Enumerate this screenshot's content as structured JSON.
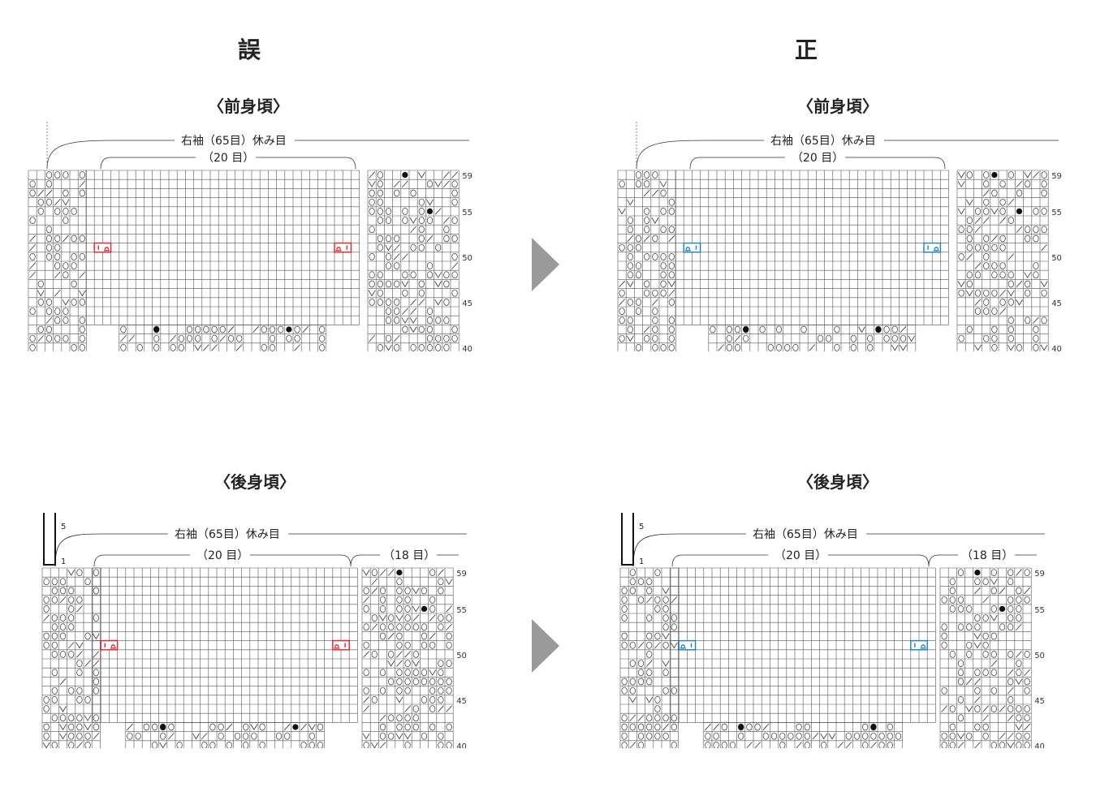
{
  "headings": {
    "wrong": "誤",
    "correct": "正"
  },
  "panels": [
    {
      "id": "front-wrong",
      "section": "〈前身頃〉",
      "label_sleeve": "右袖（65目）休み目",
      "label_center": "（20 目）",
      "label_right": "",
      "ticks": [
        "59",
        "55",
        "50",
        "45",
        "40"
      ],
      "highlight_color": "#e8202a",
      "variant": "front"
    },
    {
      "id": "front-correct",
      "section": "〈前身頃〉",
      "label_sleeve": "右袖（65目）休み目",
      "label_center": "（20 目）",
      "label_right": "",
      "ticks": [
        "59",
        "55",
        "50",
        "45",
        "40"
      ],
      "highlight_color": "#1a7fc8",
      "variant": "front"
    },
    {
      "id": "back-wrong",
      "section": "〈後身頃〉",
      "label_sleeve": "右袖（65目）休み目",
      "label_center": "（20 目）",
      "label_right": "（18 目）",
      "ticks": [
        "59",
        "55",
        "50",
        "45",
        "40"
      ],
      "row_marks": [
        "5",
        "1"
      ],
      "highlight_color": "#e8202a",
      "variant": "back"
    },
    {
      "id": "back-correct",
      "section": "〈後身頃〉",
      "label_sleeve": "右袖（65目）休み目",
      "label_center": "（20 目）",
      "label_right": "（18 目）",
      "ticks": [
        "59",
        "55",
        "50",
        "45",
        "40"
      ],
      "row_marks": [
        "5",
        "1"
      ],
      "highlight_color": "#1a7fc8",
      "variant": "back"
    }
  ],
  "colors": {
    "grid": "#555555",
    "arrow": "#9a9a9a",
    "wrong": "#e8202a",
    "correct": "#1a7fc8"
  },
  "icons": [
    "play-arrow-icon"
  ]
}
